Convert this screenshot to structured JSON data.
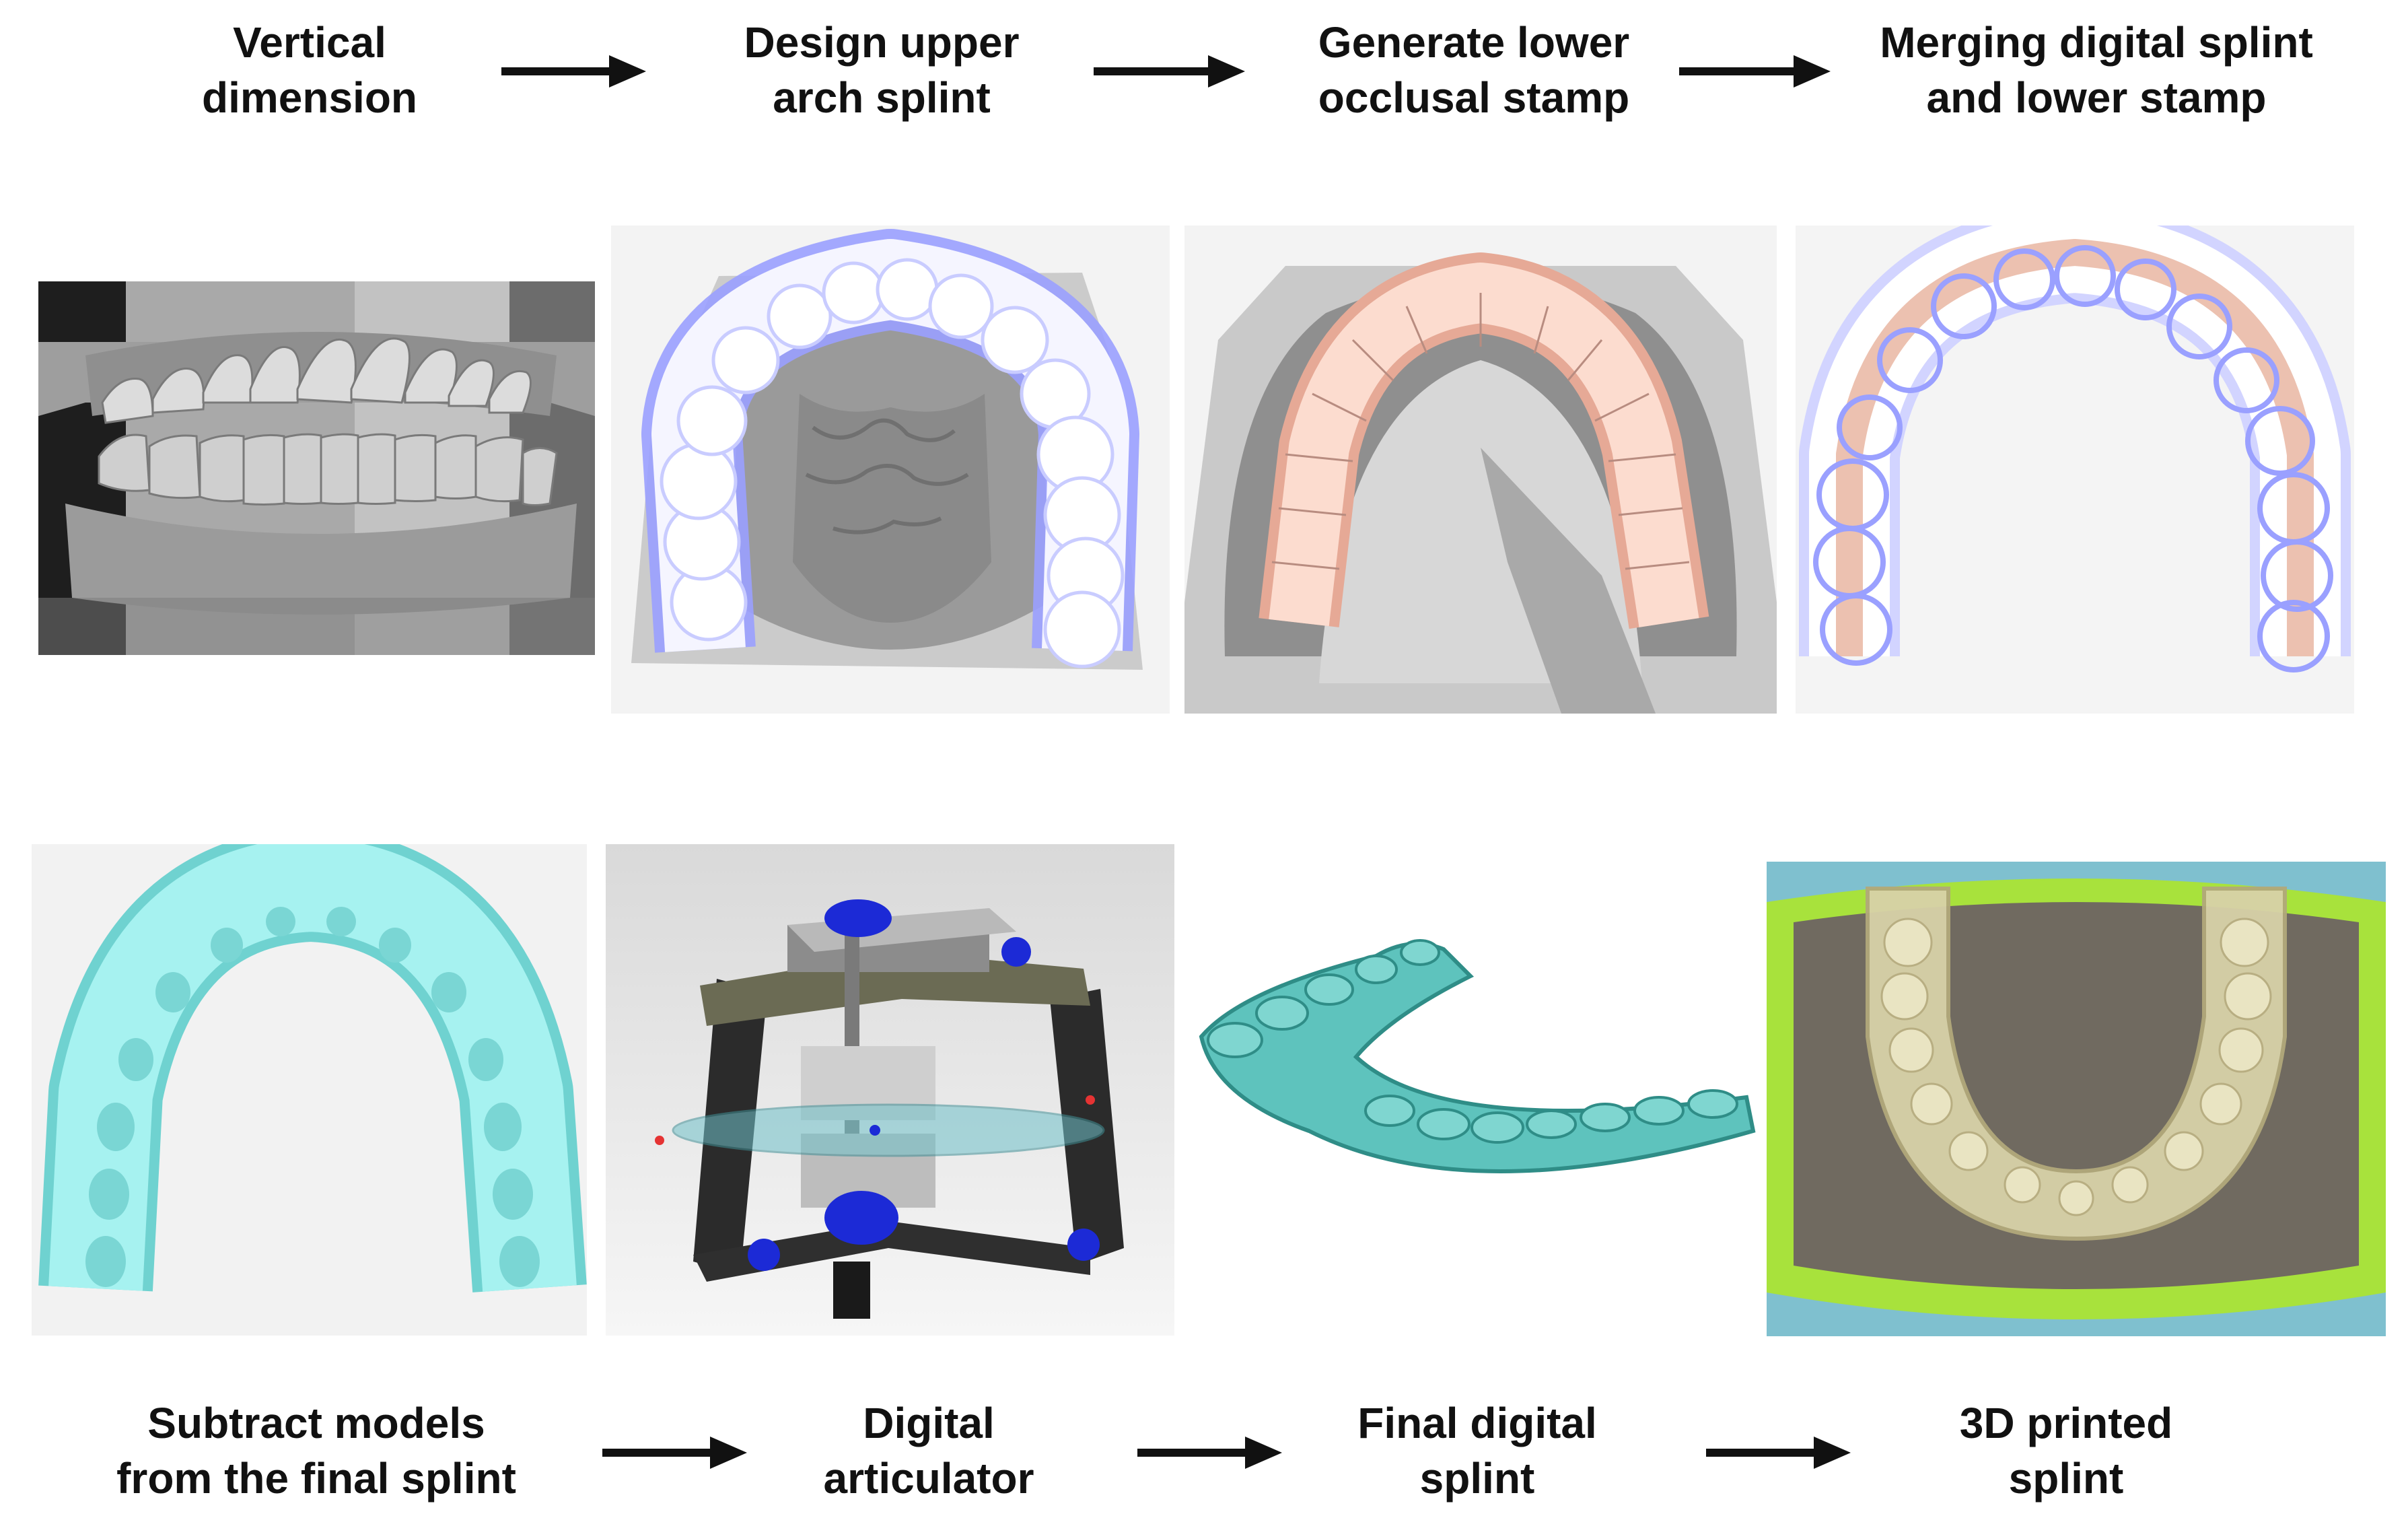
{
  "top_row": [
    {
      "label": "Vertical\ndimension"
    },
    {
      "label": "Design upper\narch splint"
    },
    {
      "label": "Generate lower\nocclusal stamp"
    },
    {
      "label": "Merging digital splint\nand lower stamp"
    }
  ],
  "bottom_row": [
    {
      "label": "Subtract models\nfrom the final splint"
    },
    {
      "label": "Digital\narticulator"
    },
    {
      "label": "Final digital\nsplint"
    },
    {
      "label": "3D printed\nsplint"
    }
  ],
  "colors": {
    "arrow": "#111111",
    "splint_purple": "#9aa0ff",
    "stamp_peach": "#f6c9b7",
    "model_cyan": "#9ff0ef",
    "final_teal": "#5ec3bd",
    "tray_green": "#a8e23c",
    "background_blue": "#7fc0cf"
  },
  "icons": [
    "arrow-right-icon"
  ]
}
